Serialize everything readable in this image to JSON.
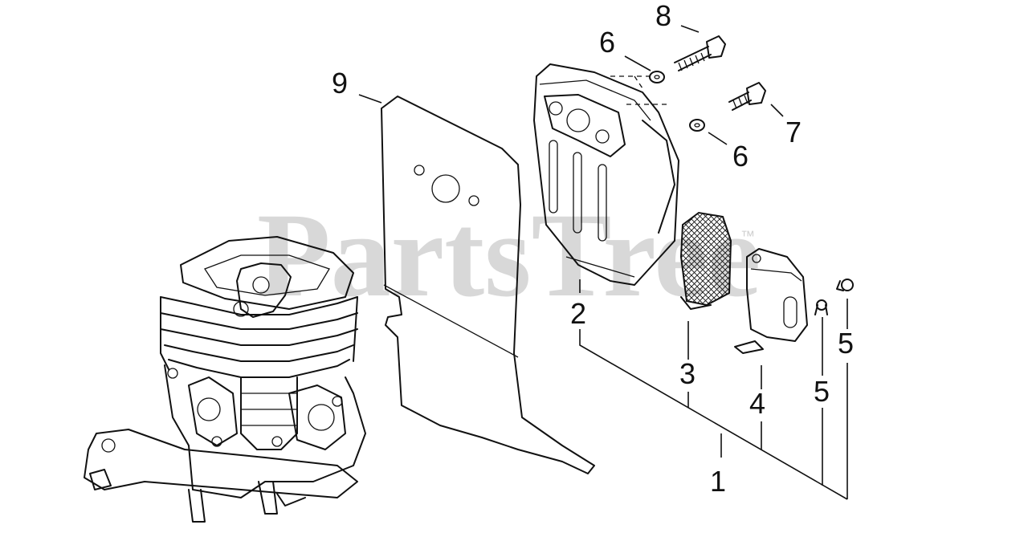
{
  "watermark": {
    "text": "PartsTree",
    "trademark": "™"
  },
  "callouts": [
    {
      "id": "callout-9",
      "label": "9",
      "part": "heat-shield"
    },
    {
      "id": "callout-8",
      "label": "8",
      "part": "long-bolt"
    },
    {
      "id": "callout-6-top",
      "label": "6",
      "part": "washer"
    },
    {
      "id": "callout-7",
      "label": "7",
      "part": "short-bolt"
    },
    {
      "id": "callout-6-bottom",
      "label": "6",
      "part": "washer"
    },
    {
      "id": "callout-2",
      "label": "2",
      "part": "muffler"
    },
    {
      "id": "callout-3",
      "label": "3",
      "part": "spark-screen"
    },
    {
      "id": "callout-4",
      "label": "4",
      "part": "muffler-cover"
    },
    {
      "id": "callout-5-right",
      "label": "5",
      "part": "screw"
    },
    {
      "id": "callout-5-left",
      "label": "5",
      "part": "screw"
    },
    {
      "id": "callout-1",
      "label": "1",
      "part": "muffler-assembly"
    }
  ],
  "colors": {
    "line": "#111111",
    "watermark": "#d8d8d8",
    "background": "#ffffff"
  }
}
